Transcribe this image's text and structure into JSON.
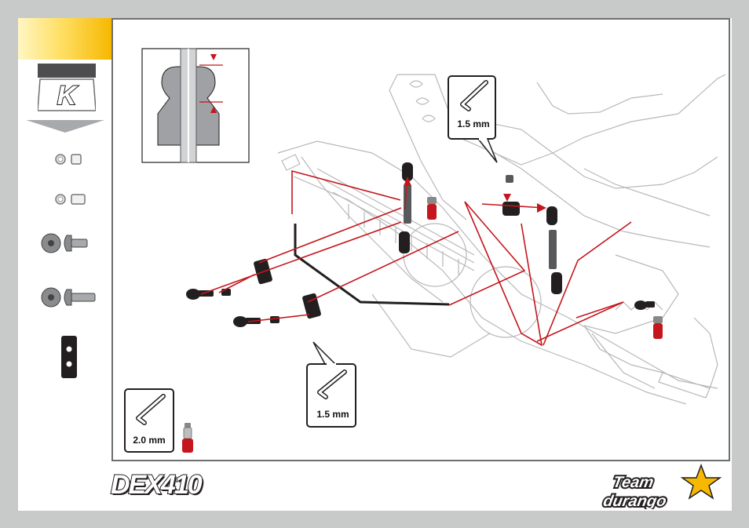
{
  "step_letter": "K",
  "product_logo": "DEX410",
  "brand_logo": "Team durango",
  "tools": {
    "top": {
      "label": "1.5 mm"
    },
    "bottom_center": {
      "label": "1.5 mm"
    },
    "bottom_left": {
      "label": "2.0 mm"
    }
  },
  "left_parts": [
    {
      "icon": "small-washer-and-spacer-icon"
    },
    {
      "icon": "washer-and-long-spacer-icon"
    },
    {
      "icon": "button-head-short-screw-icon"
    },
    {
      "icon": "button-head-long-screw-icon"
    },
    {
      "icon": "sway-bar-mount-icon"
    }
  ],
  "colors": {
    "accent": "#f6b800",
    "arrow": "#c4161c",
    "frame": "#6d6e70",
    "background": "#c8c9c9"
  }
}
